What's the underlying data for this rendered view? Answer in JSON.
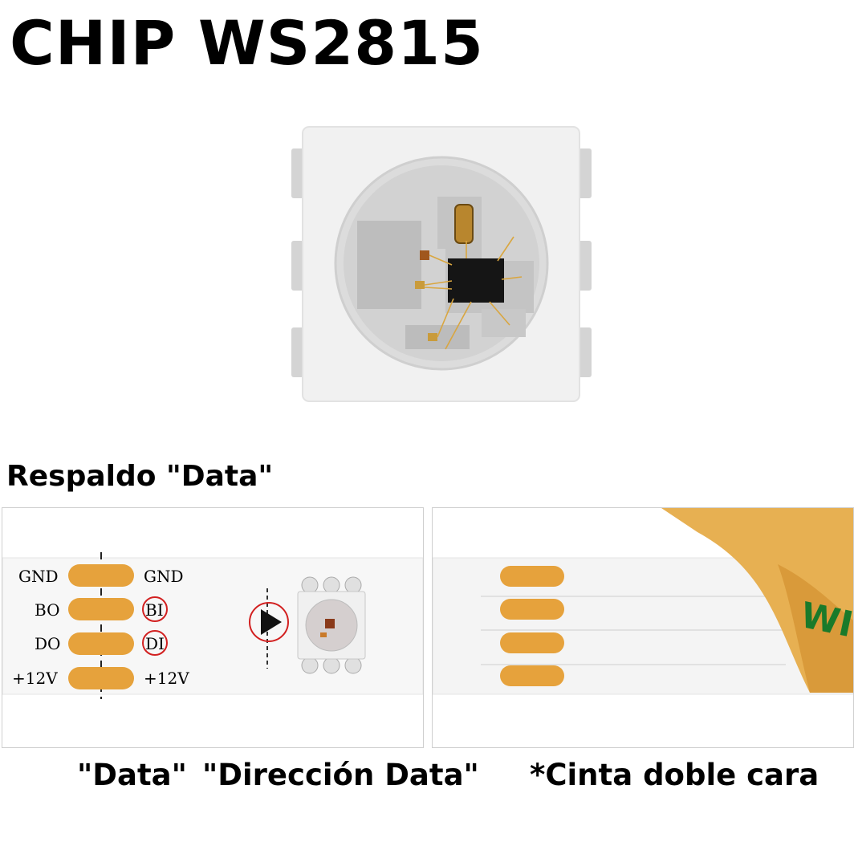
{
  "title": "CHIP WS2815",
  "subtitle": "Respaldo \"Data\"",
  "strip_left": {
    "left_pins": [
      "GND",
      "BO",
      "DO",
      "+12V"
    ],
    "right_pins": [
      "GND",
      "BI",
      "DI",
      "+12V"
    ]
  },
  "tape_text": "WI",
  "captions": {
    "data": "\"Data\"",
    "direction": "\"Dirección Data\"",
    "tape": "*Cinta doble cara"
  },
  "colors": {
    "pad": "#e6a23c",
    "highlight_circle": "#d22020",
    "tape": "#e7b052",
    "tape_print": "#1a7a2a"
  }
}
